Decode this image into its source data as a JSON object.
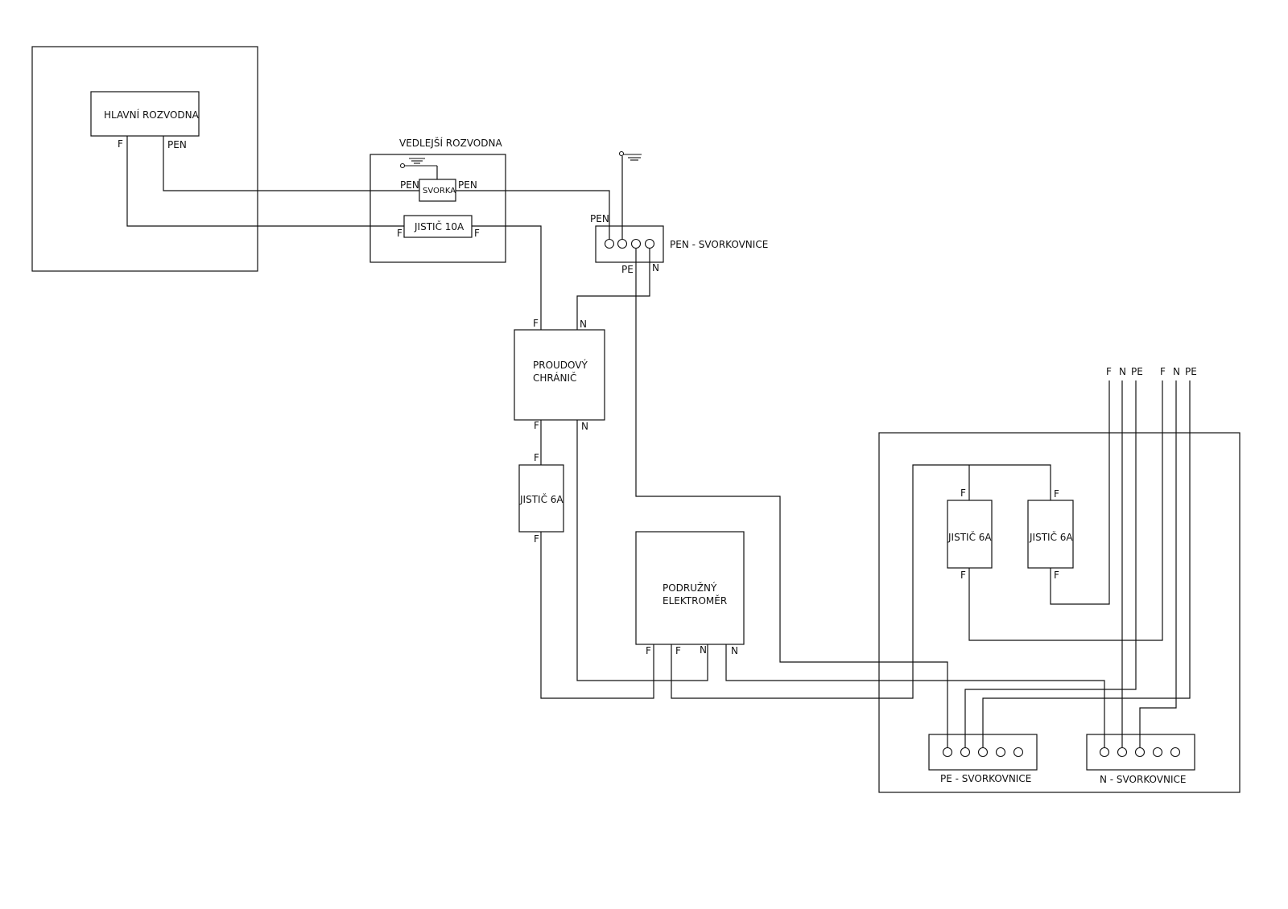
{
  "labels": {
    "hlavni_title": "HLAVNÍ ROZVODNA",
    "vedlejsi_title": "VEDLEJŠÍ ROZVODNA",
    "svorka": "SVORKA",
    "jistic_10a": "JISTIČ 10A",
    "pen_svorkovnice": "PEN - SVORKOVNICE",
    "proudovy_line1": "PROUDOVÝ",
    "proudovy_line2": "CHRÁNIČ",
    "jistic_6a": "JISTIČ 6A",
    "podruzny_line1": "PODRUŽNÝ",
    "podruzny_line2": "ELEKTROMĚR",
    "pe_svorkovnice": "PE - SVORKOVNICE",
    "n_svorkovnice": "N - SVORKOVNICE",
    "F": "F",
    "N": "N",
    "PE": "PE",
    "PEN": "PEN"
  }
}
